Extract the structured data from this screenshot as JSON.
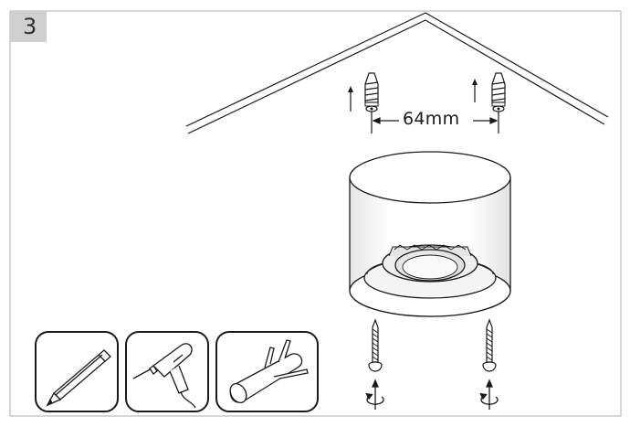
{
  "step": {
    "number": "3"
  },
  "dimension": {
    "label": "64mm"
  },
  "tools": [
    {
      "name": "pencil"
    },
    {
      "name": "drill"
    },
    {
      "name": "wall-plug"
    }
  ],
  "colors": {
    "line": "#1a1a1a",
    "frame": "#c8c8c8",
    "badge": "#d0d0d0"
  }
}
